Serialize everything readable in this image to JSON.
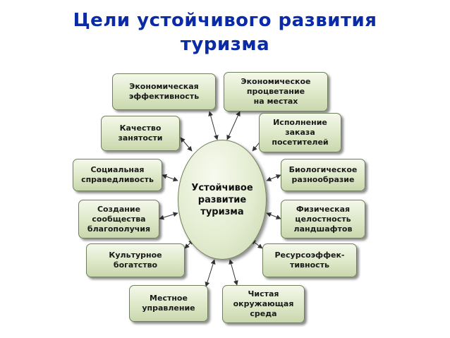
{
  "title": {
    "line1": "Цели устойчивого развития",
    "line2": "туризма"
  },
  "center": {
    "label": "Устойчивое\nразвитие\nтуризма"
  },
  "goals": {
    "economic_efficiency": "Экономическая\nэффективность",
    "economic_prosperity": "Экономическое\nпроцветание\nна местах",
    "employment_quality": "Качество\nзанятости",
    "visitor_fulfillment": "Исполнение\nзаказа\nпосетителей",
    "social_justice": "Социальная\nсправедливость",
    "biodiversity": "Биологическое\nразнообразие",
    "community_wellbeing": "Создание\nсообщества\nблагополучия",
    "physical_integrity": "Физическая\nцелостность\nландшафтов",
    "cultural_wealth": "Культурное\nбогатство",
    "resource_efficiency": "Ресурсоэффек-\nтивность",
    "local_governance": "Местное\nуправление",
    "clean_environment": "Чистая\nокружающая\nсреда"
  },
  "colors": {
    "title": "#0a2aa6",
    "box_border": "#6f7f5c",
    "arrow": "#333333"
  }
}
